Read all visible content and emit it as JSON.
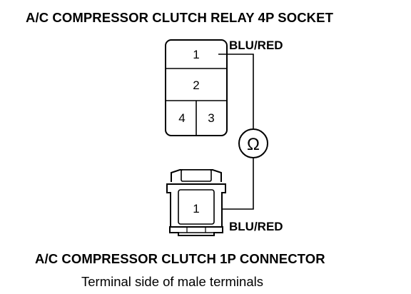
{
  "titles": {
    "relay_socket": "A/C COMPRESSOR CLUTCH RELAY 4P SOCKET",
    "connector": "A/C COMPRESSOR CLUTCH 1P CONNECTOR",
    "connector_note": "Terminal side of male terminals"
  },
  "wire_labels": {
    "socket_terminal": "BLU/RED",
    "connector_terminal": "BLU/RED"
  },
  "relay_socket": {
    "terminals": [
      "1",
      "2",
      "4",
      "3"
    ]
  },
  "connector": {
    "terminals": [
      "1"
    ]
  },
  "meter": {
    "symbol": "Ω"
  }
}
